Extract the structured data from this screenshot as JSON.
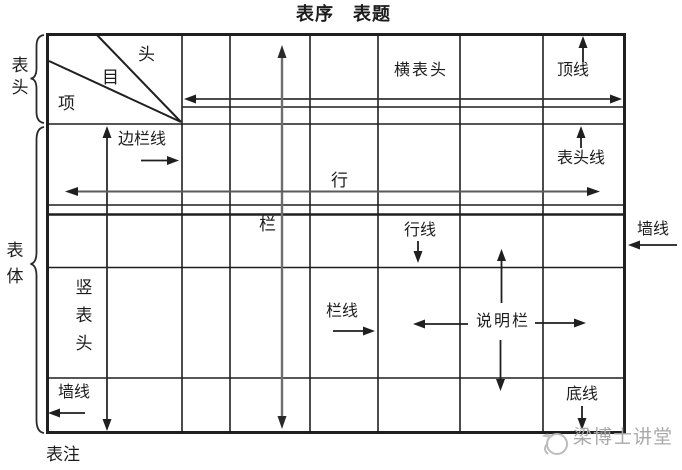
{
  "title": "表序　表题",
  "labels": {
    "table_header": "表头",
    "table_body": "表体",
    "table_note": "表注",
    "head": "头",
    "item": "目",
    "entry": "项",
    "horizontal_header": "横表头",
    "top_line": "顶线",
    "header_line": "表头线",
    "side_column_line": "边栏线",
    "row": "行",
    "column": "栏",
    "row_line": "行线",
    "column_line": "栏线",
    "wall_line_right": "墙线",
    "wall_line_left": "墙线",
    "vertical_header": "竖表头",
    "explanation_column": "说明栏",
    "bottom_line": "底线"
  },
  "watermark": "梁博士讲堂",
  "icons": {
    "watermark_logo": "bird-circle-logo"
  },
  "colors": {
    "line": "#1f1f1f",
    "gray_arrow": "#5a5a5a",
    "watermark": "#a9a9a9",
    "background": "#ffffff"
  }
}
